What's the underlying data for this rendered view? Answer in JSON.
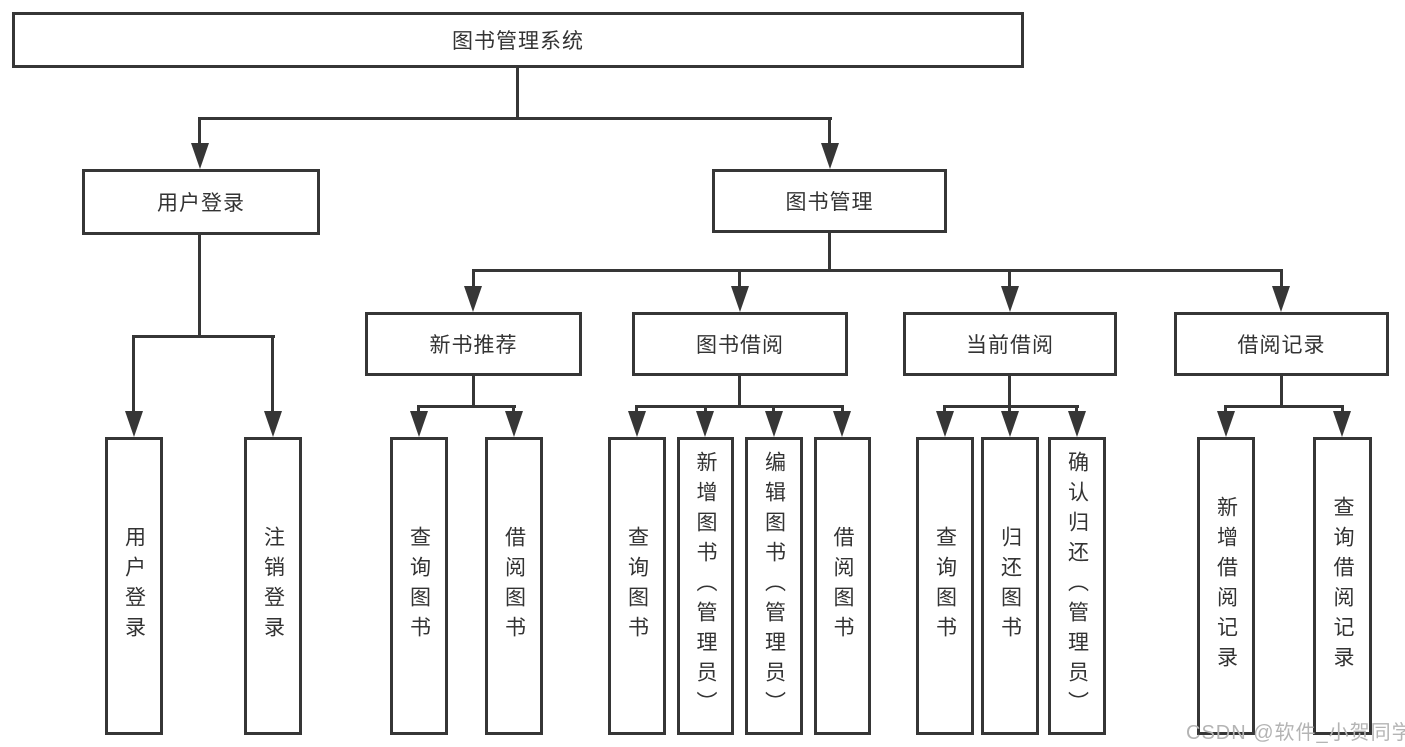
{
  "tree": {
    "label": "图书管理系统",
    "children": [
      {
        "label": "用户登录",
        "children": [
          {
            "label": "用户登录"
          },
          {
            "label": "注销登录"
          }
        ]
      },
      {
        "label": "图书管理",
        "children": [
          {
            "label": "新书推荐",
            "children": [
              {
                "label": "查询图书"
              },
              {
                "label": "借阅图书"
              }
            ]
          },
          {
            "label": "图书借阅",
            "children": [
              {
                "label": "查询图书"
              },
              {
                "label": "新增图书（管理员）"
              },
              {
                "label": "编辑图书（管理员）"
              },
              {
                "label": "借阅图书"
              }
            ]
          },
          {
            "label": "当前借阅",
            "children": [
              {
                "label": "查询图书"
              },
              {
                "label": "归还图书"
              },
              {
                "label": "确认归还（管理员）"
              }
            ]
          },
          {
            "label": "借阅记录",
            "children": [
              {
                "label": "新增借阅记录"
              },
              {
                "label": "查询借阅记录"
              }
            ]
          }
        ]
      }
    ]
  },
  "watermark": "CSDN @软件_小贺同学",
  "colors": {
    "line": "#363636",
    "box_border": "#363636",
    "text": "#333333",
    "watermark": "#b4b4b4",
    "background": "#ffffff"
  }
}
